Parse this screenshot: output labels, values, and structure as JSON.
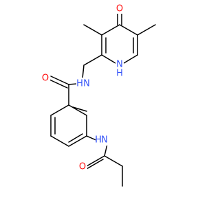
{
  "molecule": {
    "colors": {
      "bond": "#000000",
      "oxygen": "#ff0d0d",
      "nitrogen": "#3050f8",
      "background": "#ffffff"
    },
    "atoms": {
      "ketone_oxygen": {
        "label": "O",
        "color": "#ff0d0d"
      },
      "ring_nh": {
        "label": "N",
        "hydrogen": "H",
        "color": "#3050f8"
      },
      "amide_nh": {
        "label": "N",
        "hydrogen": "H",
        "color": "#3050f8"
      },
      "amide_oxygen": {
        "label": "O",
        "color": "#ff0d0d"
      },
      "anilide_nh": {
        "label": "N",
        "hydrogen": "H",
        "color": "#3050f8"
      },
      "propanamide_oxygen": {
        "label": "O",
        "color": "#ff0d0d"
      }
    }
  }
}
